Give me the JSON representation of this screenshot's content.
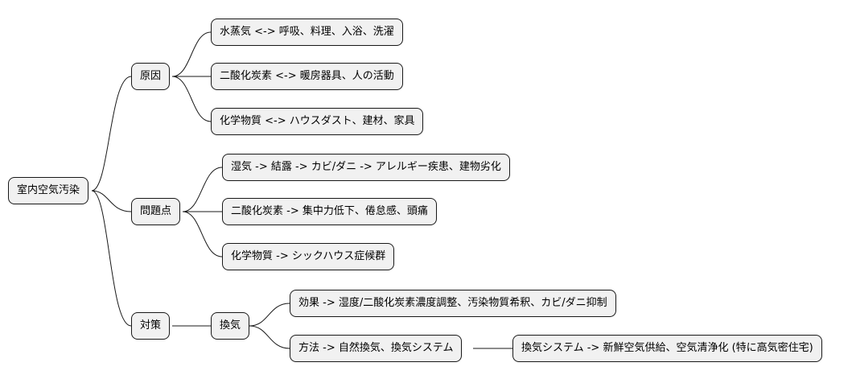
{
  "mindmap": {
    "root": "室内空気汚染",
    "branches": [
      {
        "label": "原因",
        "children": [
          {
            "label": "水蒸気 <-> 呼吸、料理、入浴、洗濯"
          },
          {
            "label": "二酸化炭素 <-> 暖房器具、人の活動"
          },
          {
            "label": "化学物質 <-> ハウスダスト、建材、家具"
          }
        ]
      },
      {
        "label": "問題点",
        "children": [
          {
            "label": "湿気 -> 結露 -> カビ/ダニ -> アレルギー疾患、建物劣化"
          },
          {
            "label": "二酸化炭素 -> 集中力低下、倦怠感、頭痛"
          },
          {
            "label": "化学物質 -> シックハウス症候群"
          }
        ]
      },
      {
        "label": "対策",
        "children": [
          {
            "label": "換気",
            "children": [
              {
                "label": "効果 -> 湿度/二酸化炭素濃度調整、汚染物質希釈、カビ/ダニ抑制"
              },
              {
                "label": "方法 -> 自然換気、換気システム",
                "children": [
                  {
                    "label": "換気システム -> 新鮮空気供給、空気清浄化 (特に高気密住宅)"
                  }
                ]
              }
            ]
          }
        ]
      }
    ]
  }
}
